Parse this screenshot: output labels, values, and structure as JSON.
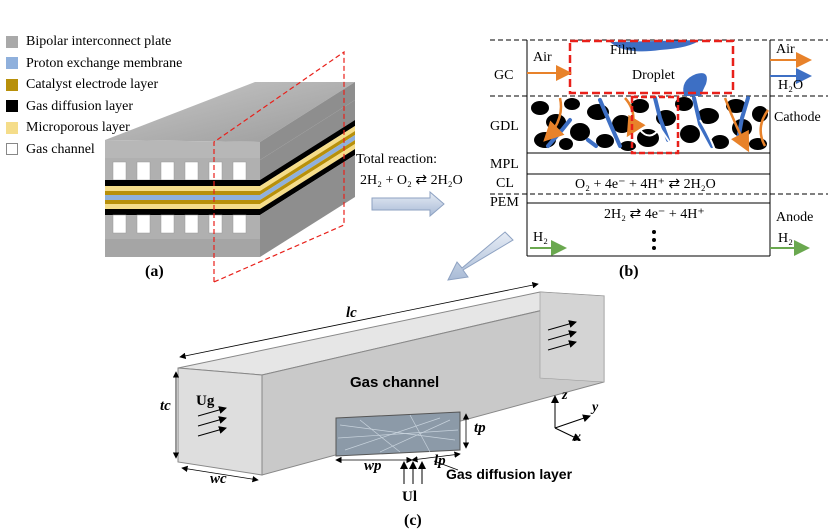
{
  "legend": {
    "items": [
      {
        "label": "Bipolar interconnect plate",
        "color": "#a9a9a9"
      },
      {
        "label": "Proton exchange membrane",
        "color": "#8fb0dc"
      },
      {
        "label": "Catalyst electrode layer",
        "color": "#b8900a"
      },
      {
        "label": "Gas diffusion layer",
        "color": "#000000"
      },
      {
        "label": "Microporous layer",
        "color": "#f5dd8a"
      },
      {
        "label": "Gas channel",
        "color": "#ffffff"
      }
    ]
  },
  "panel_a": {
    "label": "(a)"
  },
  "panel_b": {
    "label": "(b)",
    "air_in": "Air",
    "air_out": "Air",
    "film": "Film",
    "droplet": "Droplet",
    "h2o": "H₂O",
    "gc": "GC",
    "gdl": "GDL",
    "mpl": "MPL",
    "cl": "CL",
    "pem": "PEM",
    "cathode": "Cathode",
    "anode": "Anode",
    "cathode_reaction": "O₂  + 4e⁻ + 4H⁺ ⇄ 2H₂O",
    "anode_reaction": "2H₂ ⇄ 4e⁻ + 4H⁺",
    "h2_in": "H₂",
    "h2_out": "H₂"
  },
  "total_reaction": {
    "title": "Total reaction:",
    "equation": "2H₂ + O₂ ⇄ 2H₂O"
  },
  "panel_c": {
    "label": "(c)",
    "gas_channel": "Gas channel",
    "gas_diffusion_layer": "Gas diffusion layer",
    "lc": "lc",
    "tc": "tc",
    "wc": "wc",
    "wp": "wp",
    "lp": "lp",
    "tp": "tp",
    "ug": "Ug",
    "ul": "Ul",
    "axis_x": "x",
    "axis_y": "y",
    "axis_z": "z"
  },
  "colors": {
    "plate": "#a9a9a9",
    "pem": "#8fb0dc",
    "catalyst": "#b8900a",
    "gdl": "#000000",
    "mpl": "#f5dd8a",
    "air_arrow": "#e8822a",
    "water": "#3d6fc4",
    "h2_arrow": "#6aa84f",
    "dashed_red": "#e8201a"
  }
}
